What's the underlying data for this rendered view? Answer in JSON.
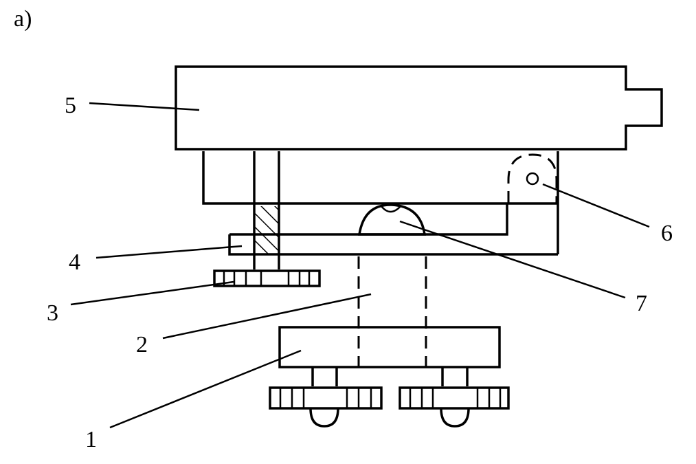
{
  "figure": {
    "panel_label": "a)",
    "labels": [
      "1",
      "2",
      "3",
      "4",
      "5",
      "6",
      "7"
    ]
  }
}
